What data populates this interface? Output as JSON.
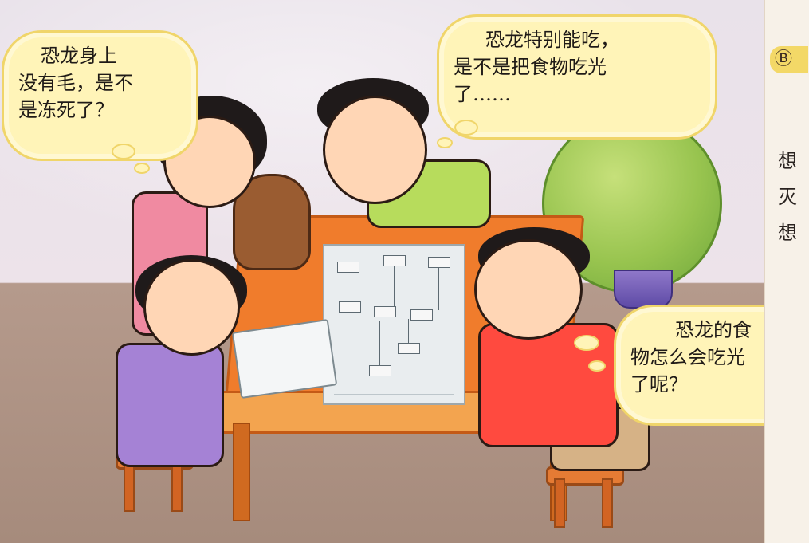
{
  "bubbles": [
    {
      "id": "left",
      "lines": [
        "恐龙身上",
        "没有毛，是不",
        "是冻死了？"
      ]
    },
    {
      "id": "top",
      "lines": [
        "恐龙特别能吃，",
        "是不是把食物吃光",
        "了……"
      ]
    },
    {
      "id": "right",
      "lines": [
        "恐龙的食",
        "物怎么会吃光",
        "了呢？"
      ]
    }
  ],
  "right_column": {
    "tab_text": "Ⓑ",
    "vertical_chars": [
      "想",
      "灭",
      "想"
    ]
  },
  "colors": {
    "bubble_fill": "#fff4b8",
    "table_orange": "#f07c2c",
    "wall": "#ede3ea",
    "floor": "#a68b7c"
  }
}
